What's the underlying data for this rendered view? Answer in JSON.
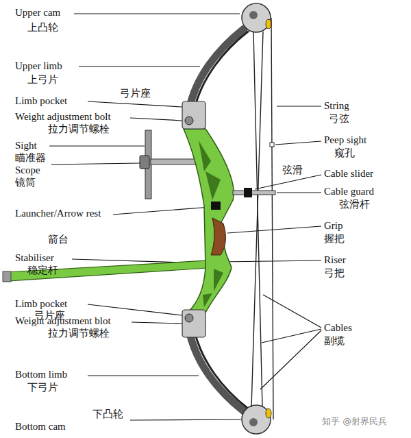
{
  "diagram": {
    "labels": [
      "Upper cam",
      "上凸轮",
      "Upper limb",
      "上弓片",
      "Limb pocket",
      "弓片座",
      "Weight adjustment bolt",
      "拉力调节螺栓",
      "Sight",
      "瞄准器",
      "Scope",
      "镜筒",
      "Launcher/Arrow rest",
      "箭台",
      "Stabiliser",
      "稳定杆",
      "Limb pocket",
      "弓片座",
      "Weight adjustment blot",
      "拉力调节螺栓",
      "Bottom limb",
      "下弓片",
      "下凸轮",
      "Bottom cam",
      "String",
      "弓弦",
      "Peep sight",
      "窥孔",
      "弦滑",
      "Cable slider",
      "Cable guard",
      "弦滑杆",
      "Grip",
      "握把",
      "Riser",
      "弓把",
      "Cables",
      "副缆",
      "知乎 @射界民兵"
    ]
  }
}
